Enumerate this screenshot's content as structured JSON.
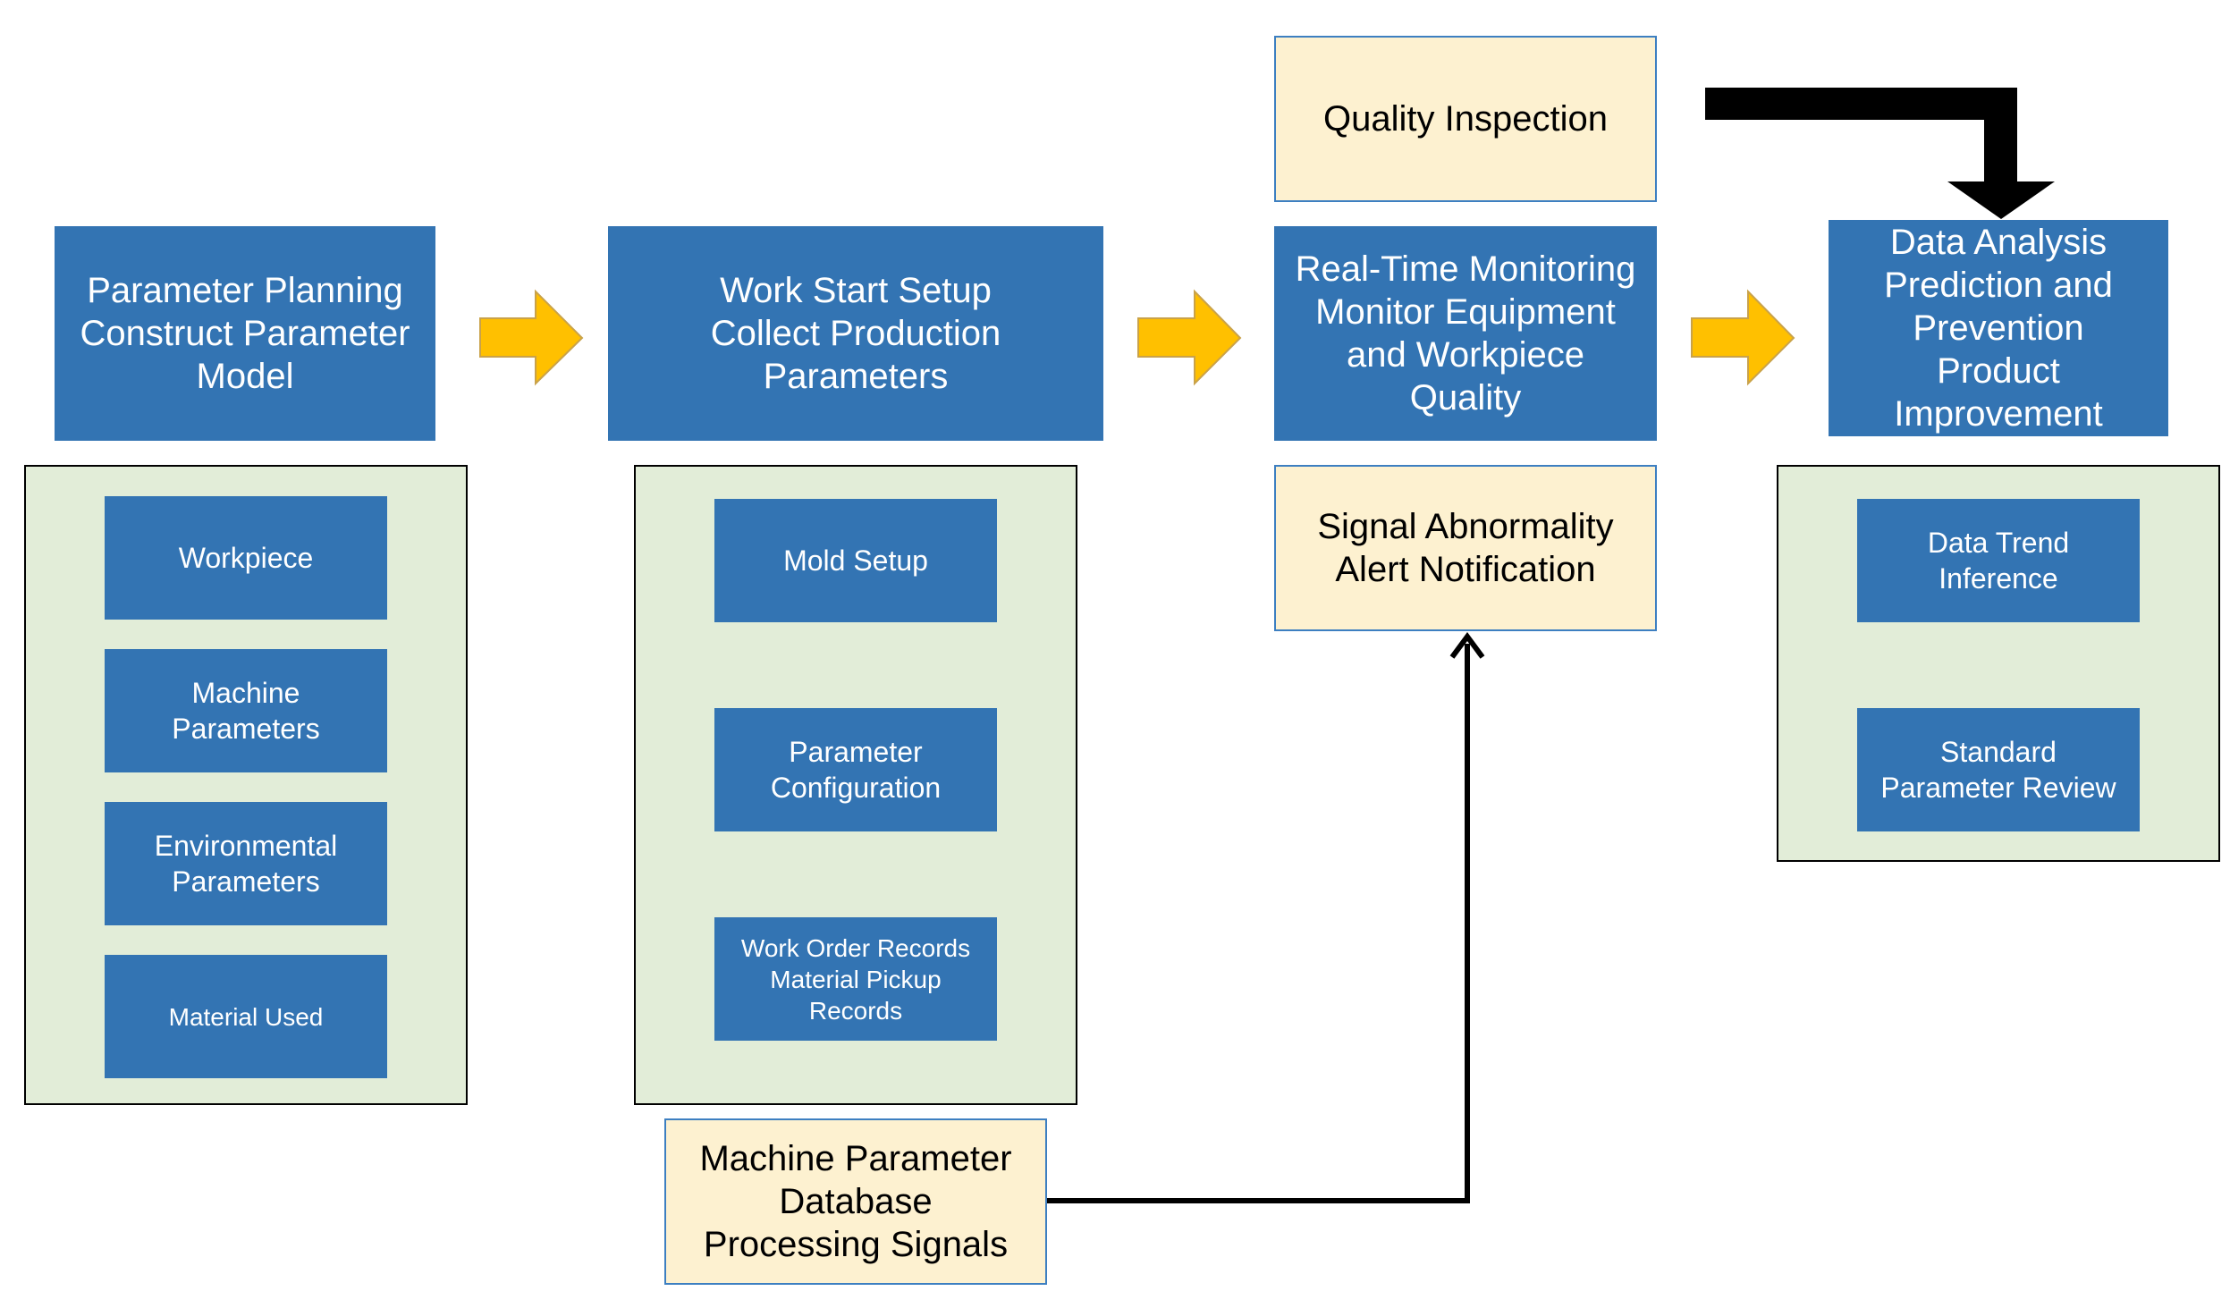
{
  "colors": {
    "process_box": "#3374b3",
    "group_panel": "#e2edd8",
    "note_box": "#fdf1d0",
    "flow_arrow": "#ffc000",
    "connector": "#000000"
  },
  "stages": [
    {
      "title": "Parameter Planning\nConstruct Parameter\nModel",
      "items": [
        "Workpiece",
        "Machine\nParameters",
        "Environmental\nParameters",
        "Material Used"
      ]
    },
    {
      "title": "Work Start Setup\nCollect Production\nParameters",
      "items": [
        "Mold Setup",
        "Parameter\nConfiguration",
        "Work Order Records\nMaterial Pickup\nRecords"
      ]
    },
    {
      "title": "Real-Time Monitoring\nMonitor Equipment\nand Workpiece\nQuality",
      "items": []
    },
    {
      "title": "Data Analysis\nPrediction and\nPrevention\nProduct\nImprovement",
      "items": [
        "Data Trend\nInference",
        "Standard\nParameter Review"
      ]
    }
  ],
  "notes": {
    "quality_inspection": "Quality Inspection",
    "signal_alert": "Signal Abnormality\nAlert Notification",
    "machine_db": "Machine Parameter\nDatabase\nProcessing Signals"
  }
}
